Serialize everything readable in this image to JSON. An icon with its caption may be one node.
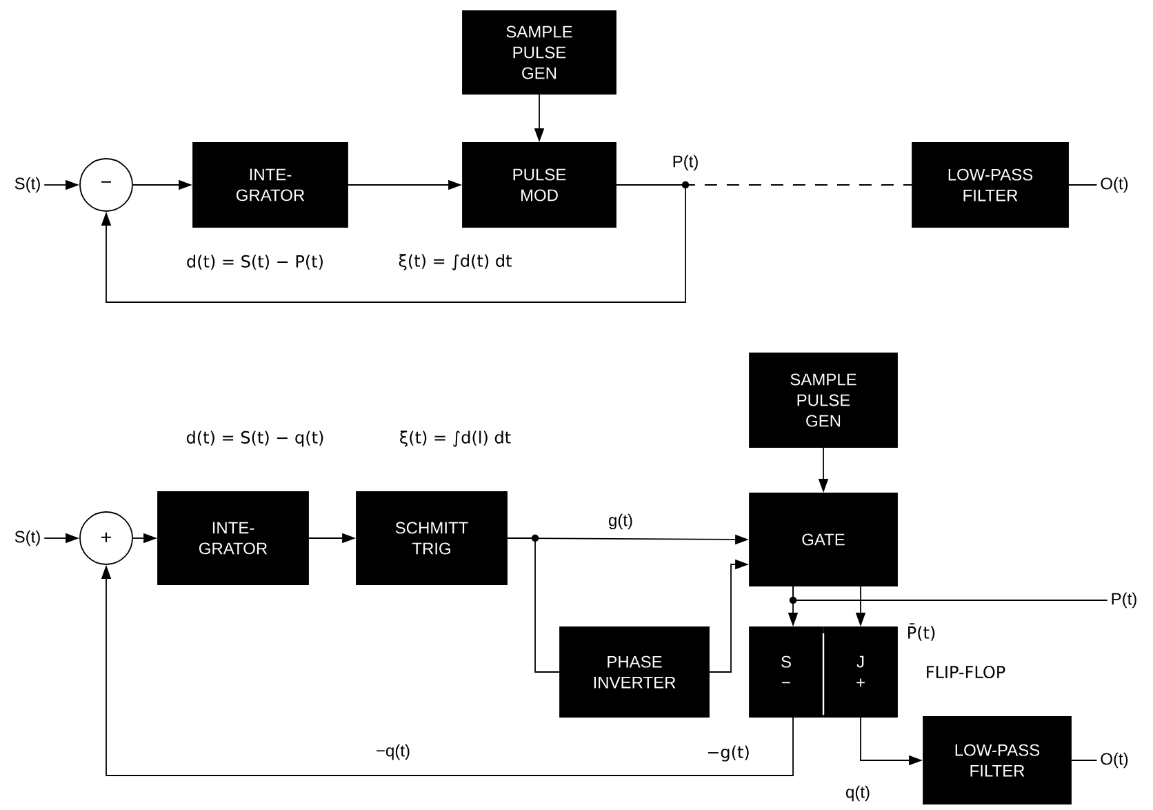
{
  "diagram": {
    "nodes": [
      {
        "text": [
          "S(t)"
        ]
      },
      {
        "text": [
          "−"
        ]
      },
      {
        "text": [
          "INTE- GRATOR"
        ]
      },
      {
        "text": [
          "SAMPLE PULSE GEN"
        ]
      },
      {
        "text": [
          "PULSE MOD"
        ]
      },
      {
        "text": [
          "LOW-PASS FILTER"
        ]
      },
      {
        "text": [
          "O(t)"
        ]
      },
      {
        "text": [
          "S(t)"
        ]
      },
      {
        "text": [
          "+"
        ]
      },
      {
        "text": [
          "INTE- GRATOR"
        ]
      },
      {
        "text": [
          "SCHMITT TRIG"
        ]
      },
      {
        "text": [
          "SAMPLE PULSE GEN"
        ]
      },
      {
        "text": [
          "GATE"
        ]
      },
      {
        "text": [
          "PHASE INVERTER"
        ]
      },
      {
        "text": [
          "S",
          "−"
        ]
      },
      {
        "text": [
          "J",
          "+"
        ]
      },
      {
        "text": [
          "LOW-PASS FILTER"
        ]
      },
      {
        "text": [
          "O(t)"
        ]
      },
      {
        "text": [
          "P(t)"
        ]
      }
    ],
    "edges": [
      {
        "from": 0,
        "to": 1,
        "arrow": "to"
      },
      {
        "from": 1,
        "to": 2,
        "arrow": "to"
      },
      {
        "from": 2,
        "to": 4,
        "arrow": "to"
      },
      {
        "from": 3,
        "to": 4,
        "arrow": "to"
      },
      {
        "from": 4,
        "to": 5,
        "arrow": "none",
        "style": "dashed",
        "label": "P(t)"
      },
      {
        "from": 4,
        "to": 1,
        "arrow": "to"
      },
      {
        "from": 5,
        "to": 6,
        "arrow": "none"
      },
      {
        "from": 7,
        "to": 8,
        "arrow": "to"
      },
      {
        "from": 8,
        "to": 9,
        "arrow": "to"
      },
      {
        "from": 9,
        "to": 10,
        "arrow": "to"
      },
      {
        "from": 10,
        "to": 12,
        "arrow": "to",
        "label": "g(t)"
      },
      {
        "from": 10,
        "to": 13,
        "arrow": "none"
      },
      {
        "from": 13,
        "to": 12,
        "arrow": "to"
      },
      {
        "from": 11,
        "to": 12,
        "arrow": "to"
      },
      {
        "from": 12,
        "to": 14,
        "arrow": "to"
      },
      {
        "from": 12,
        "to": 15,
        "arrow": "to"
      },
      {
        "from": 12,
        "to": 18,
        "arrow": "none"
      },
      {
        "from": 14,
        "to": 8,
        "arrow": "to",
        "label": "−q(t)"
      },
      {
        "from": 15,
        "to": 16,
        "arrow": "to",
        "label": "q(t)"
      },
      {
        "from": 16,
        "to": 17,
        "arrow": "none"
      }
    ],
    "labels": [
      "d(t) = S(t) − P(t)",
      "ξ(t) = ∫d(t) dt",
      "d(t) = S(t) − q(t)",
      "ξ(t) = ∫d(l) dt",
      "P̄(t)",
      "FLIP-FLOP",
      "−g(t)"
    ]
  }
}
